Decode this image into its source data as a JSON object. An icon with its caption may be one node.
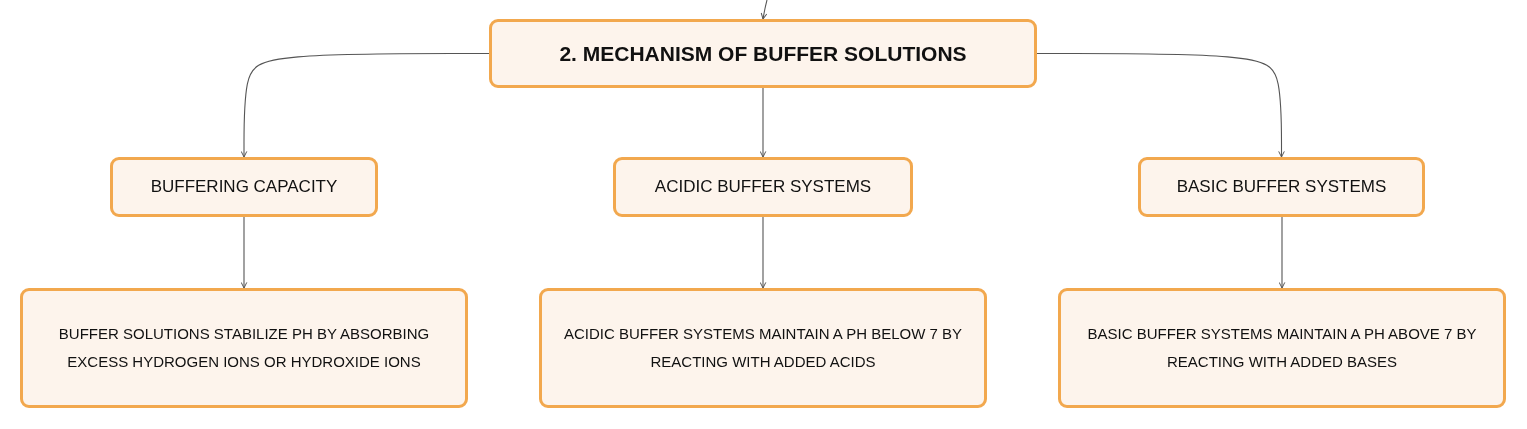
{
  "diagram": {
    "nodes": [
      {
        "text": [
          "2. MECHANISM OF BUFFER SOLUTIONS"
        ]
      },
      {
        "text": [
          "BUFFERING CAPACITY"
        ]
      },
      {
        "text": [
          "ACIDIC BUFFER SYSTEMS"
        ]
      },
      {
        "text": [
          "BASIC BUFFER SYSTEMS"
        ]
      },
      {
        "text": [
          "BUFFER SOLUTIONS STABILIZE PH BY ABSORBING EXCESS HYDROGEN IONS OR HYDROXIDE IONS"
        ]
      },
      {
        "text": [
          "ACIDIC BUFFER SYSTEMS MAINTAIN A PH BELOW 7 BY REACTING WITH ADDED ACIDS"
        ]
      },
      {
        "text": [
          "BASIC BUFFER SYSTEMS MAINTAIN A PH ABOVE 7 BY REACTING WITH ADDED BASES"
        ]
      }
    ],
    "edges": [
      {
        "from": null,
        "to": 0,
        "arrow": "to"
      },
      {
        "from": 0,
        "to": 1,
        "arrow": "to"
      },
      {
        "from": 0,
        "to": 2,
        "arrow": "to"
      },
      {
        "from": 0,
        "to": 3,
        "arrow": "to"
      },
      {
        "from": 1,
        "to": 4,
        "arrow": "to"
      },
      {
        "from": 2,
        "to": 5,
        "arrow": "to"
      },
      {
        "from": 3,
        "to": 6,
        "arrow": "to"
      }
    ]
  }
}
